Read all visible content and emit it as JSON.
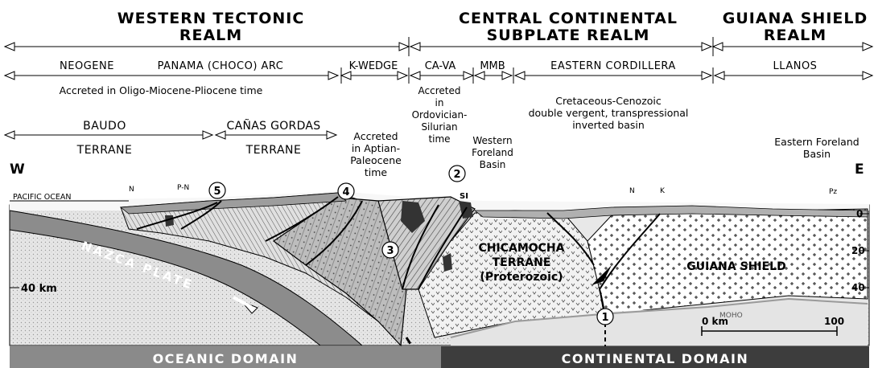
{
  "realms": {
    "western": {
      "line1": "WESTERN TECTONIC",
      "line2": "REALM"
    },
    "central": {
      "line1": "CENTRAL CONTINENTAL",
      "line2": "SUBPLATE REALM"
    },
    "guiana": {
      "line1": "GUIANA SHIELD",
      "line2": "REALM"
    }
  },
  "subdivisions": {
    "neogene": "NEOGENE",
    "panama_arc": "PANAMA (CHOCO) ARC",
    "k_wedge": "K-WEDGE",
    "ca_va": "CA-VA",
    "mmb": "MMB",
    "eastern_cordillera": "EASTERN CORDILLERA",
    "llanos": "LLANOS"
  },
  "notes": {
    "accreted_omp": "Accreted in Oligo-Miocene-Pliocene time",
    "accreted_ord": [
      "Accreted",
      "in",
      "Ordovician-",
      "Silurian",
      "time"
    ],
    "cretaceous": [
      "Cretaceous-Cenozoic",
      "double vergent, transpressional",
      "inverted basin"
    ],
    "accreted_apt": [
      "Accreted",
      "in Aptian-",
      "Paleocene",
      "time"
    ],
    "western_foreland": [
      "Western",
      "Foreland",
      "Basin"
    ],
    "eastern_foreland": [
      "Eastern Foreland",
      "Basin"
    ]
  },
  "terranes": {
    "baudo_top": "BAUDO",
    "baudo_bottom": "TERRANE",
    "canas_top": "CAÑAS GORDAS",
    "canas_bottom": "TERRANE"
  },
  "compass": {
    "west": "W",
    "east": "E"
  },
  "section_labels": {
    "pacific": "PACIFIC OCEAN",
    "n1": "N",
    "pn": "P-N",
    "si": "SI",
    "n2": "N",
    "k": "K",
    "pz": "Pz",
    "nazca": "NAZCA PLATE",
    "chicamocha": [
      "CHICAMOCHA",
      "TERRANE",
      "(Proterozoic)"
    ],
    "guiana_shield": "GUIANA SHIELD",
    "moho": "MOHO",
    "depth_40km": "40 km",
    "scale_0": "0 km",
    "scale_100": "100"
  },
  "depth_ticks": [
    "0",
    "20",
    "40"
  ],
  "circled_numbers": [
    "1",
    "2",
    "3",
    "4",
    "5"
  ],
  "domains": {
    "oceanic": "OCEANIC DOMAIN",
    "continental": "CONTINENTAL DOMAIN"
  },
  "colors": {
    "oceanic_bar": "#8a8a8a",
    "continental_bar": "#3d3d3d",
    "plate": "#8c8c8c"
  }
}
